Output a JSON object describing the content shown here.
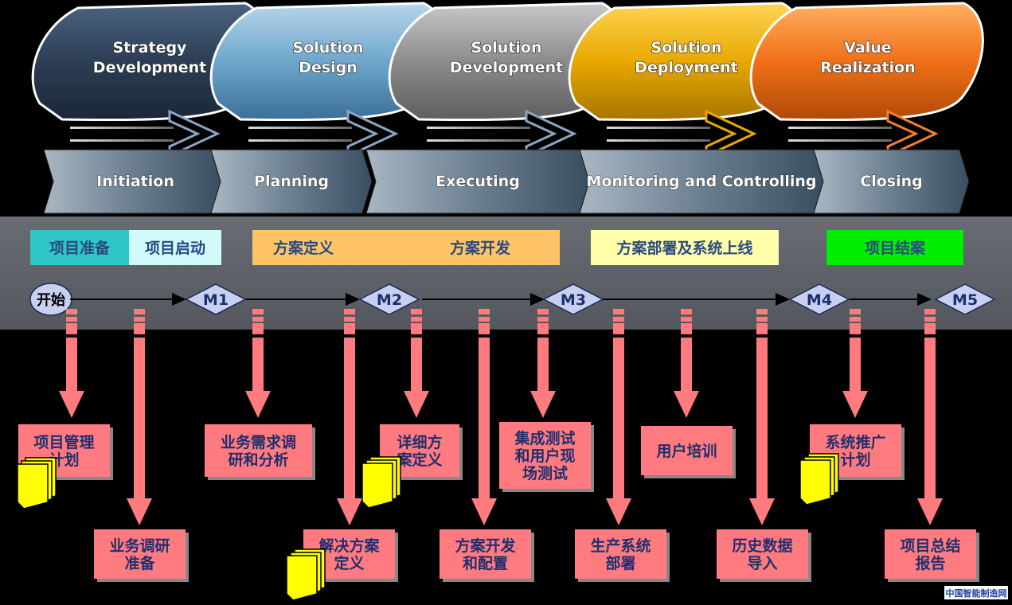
{
  "colors": {
    "background": "#000000",
    "band": "#5e6068",
    "box_fill": "#ff7b80",
    "doc_fill": "#ffff00",
    "arrow": "#ff7b80",
    "stage_text": "#2a2a2a",
    "chinese_text": "#1f2f6e"
  },
  "stages": [
    {
      "id": "strategy",
      "line1": "Strategy",
      "line2": "Development",
      "color": "#2c3e55"
    },
    {
      "id": "design",
      "line1": "Solution",
      "line2": "Design",
      "color": "#6ea6cc"
    },
    {
      "id": "development",
      "line1": "Solution",
      "line2": "Development",
      "color": "#8c8c8c"
    },
    {
      "id": "deployment",
      "line1": "Solution",
      "line2": "Deployment",
      "color": "#e8a800"
    },
    {
      "id": "value",
      "line1": "Value",
      "line2": "Realization",
      "color": "#f07018"
    }
  ],
  "phases": [
    {
      "id": "initiation",
      "label": "Initiation"
    },
    {
      "id": "planning",
      "label": "Planning"
    },
    {
      "id": "executing",
      "label": "Executing"
    },
    {
      "id": "monitoring",
      "label": "Monitoring and Controlling"
    },
    {
      "id": "closing",
      "label": "Closing"
    }
  ],
  "tags": [
    {
      "id": "prep",
      "label": "项目准备",
      "color": "#2ec6c6"
    },
    {
      "id": "launch",
      "label": "项目启动",
      "color": "#d2fbfb"
    },
    {
      "id": "define",
      "label": "方案定义",
      "color": "#ffc468"
    },
    {
      "id": "develop",
      "label": "方案开发",
      "color": "#ffc468"
    },
    {
      "id": "deploy",
      "label": "方案部署及系统上线",
      "color": "#ffffaa"
    },
    {
      "id": "close",
      "label": "项目结案",
      "color": "#00ee00"
    }
  ],
  "timeline": {
    "start": "开始",
    "milestones": [
      "M1",
      "M2",
      "M3",
      "M4",
      "M5"
    ]
  },
  "tasks": [
    {
      "id": "t1",
      "text": [
        "项目管理",
        "计划"
      ],
      "doc": true
    },
    {
      "id": "t2",
      "text": [
        "业务调研",
        "准备"
      ],
      "doc": false
    },
    {
      "id": "t3",
      "text": [
        "业务需求调",
        "研和分析"
      ],
      "doc": false
    },
    {
      "id": "t4",
      "text": [
        "解决方案",
        "定义"
      ],
      "doc": true
    },
    {
      "id": "t5",
      "text": [
        "详细方",
        "案定义"
      ],
      "doc": true
    },
    {
      "id": "t6",
      "text": [
        "方案开发",
        "和配置"
      ],
      "doc": false
    },
    {
      "id": "t7",
      "text": [
        "集成测试",
        "和用户现",
        "场测试"
      ],
      "doc": false
    },
    {
      "id": "t8",
      "text": [
        "生产系统",
        "部署"
      ],
      "doc": false
    },
    {
      "id": "t9",
      "text": [
        "用户培训"
      ],
      "doc": false
    },
    {
      "id": "t10",
      "text": [
        "历史数据",
        "导入"
      ],
      "doc": false
    },
    {
      "id": "t11",
      "text": [
        "系统推广",
        "计划"
      ],
      "doc": true
    },
    {
      "id": "t12",
      "text": [
        "项目总结",
        "报告"
      ],
      "doc": false
    }
  ],
  "watermark": "中国智能制造网"
}
